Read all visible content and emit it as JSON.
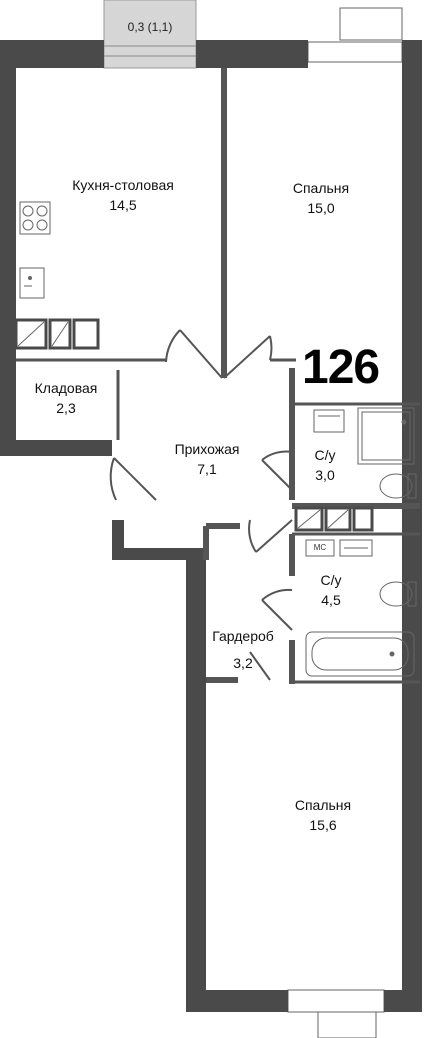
{
  "unit_number": "126",
  "balcony": {
    "label": "0,3 (1,1)"
  },
  "rooms": {
    "kitchen": {
      "name": "Кухня-столовая",
      "area": "14,5"
    },
    "bedroom1": {
      "name": "Спальня",
      "area": "15,0"
    },
    "storage": {
      "name": "Кладовая",
      "area": "2,3"
    },
    "hall": {
      "name": "Прихожая",
      "area": "7,1"
    },
    "bath1": {
      "name": "С/у",
      "area": "3,0"
    },
    "bath2": {
      "name": "С/у",
      "area": "4,5"
    },
    "wardrobe": {
      "name": "Гардероб",
      "area": "3,2"
    },
    "bedroom2": {
      "name": "Спальня",
      "area": "15,6"
    }
  },
  "fixtures": {
    "wc_label": "МС"
  },
  "colors": {
    "wall": "#4a4a4a",
    "line": "#555555",
    "balcony_fill": "#d6d6d6",
    "background": "#ffffff"
  }
}
